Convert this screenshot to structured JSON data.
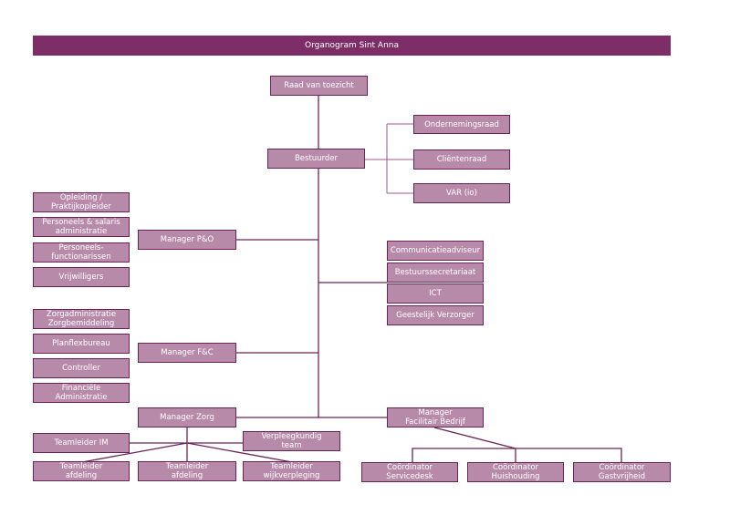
{
  "title": "Organogram Sint Anna",
  "nodes": {
    "raad": "Raad van toezicht",
    "bestuurder": "Bestuurder",
    "ondernemingsraad": "Ondernemingsraad",
    "clientenraad": "Cliëntenraad",
    "var": "VAR (io)",
    "manager_po": "Manager P&O",
    "manager_fc": "Manager F&C",
    "manager_zorg": "Manager Zorg",
    "manager_fb": "Manager\nFacilitair Bedrijf",
    "opleiding": "Opleiding /\nPraktijkopleider",
    "salaris": "Personeels & salaris\nadministratie",
    "functionarissen": "Personeels-\nfunctionarissen",
    "vrijwilligers": "Vrijwilligers",
    "zorgadmin": "Zorgadministratie\nZorgbemiddeling",
    "planflex": "Planflexbureau",
    "controller": "Controller",
    "financiele": "Financiële\nAdministratie",
    "communicatie": "Communicatieadviseur",
    "secretariaat": "Bestuurssecretariaat",
    "ict": "ICT",
    "geestelijk": "Geestelijk Verzorger",
    "teamleider_im": "Teamleider IM",
    "verpleegkundig": "Verpleegkundig\nteam",
    "teamleider_afd1": "Teamleider\nafdeling",
    "teamleider_afd2": "Teamleider\nafdeling",
    "teamleider_wijk": "Teamleider\nwijkverpleging",
    "coord_service": "Coördinator\nServicedesk",
    "coord_huis": "Coördinator\nHuishouding",
    "coord_gast": "Coördinator\nGastvrijheid"
  }
}
